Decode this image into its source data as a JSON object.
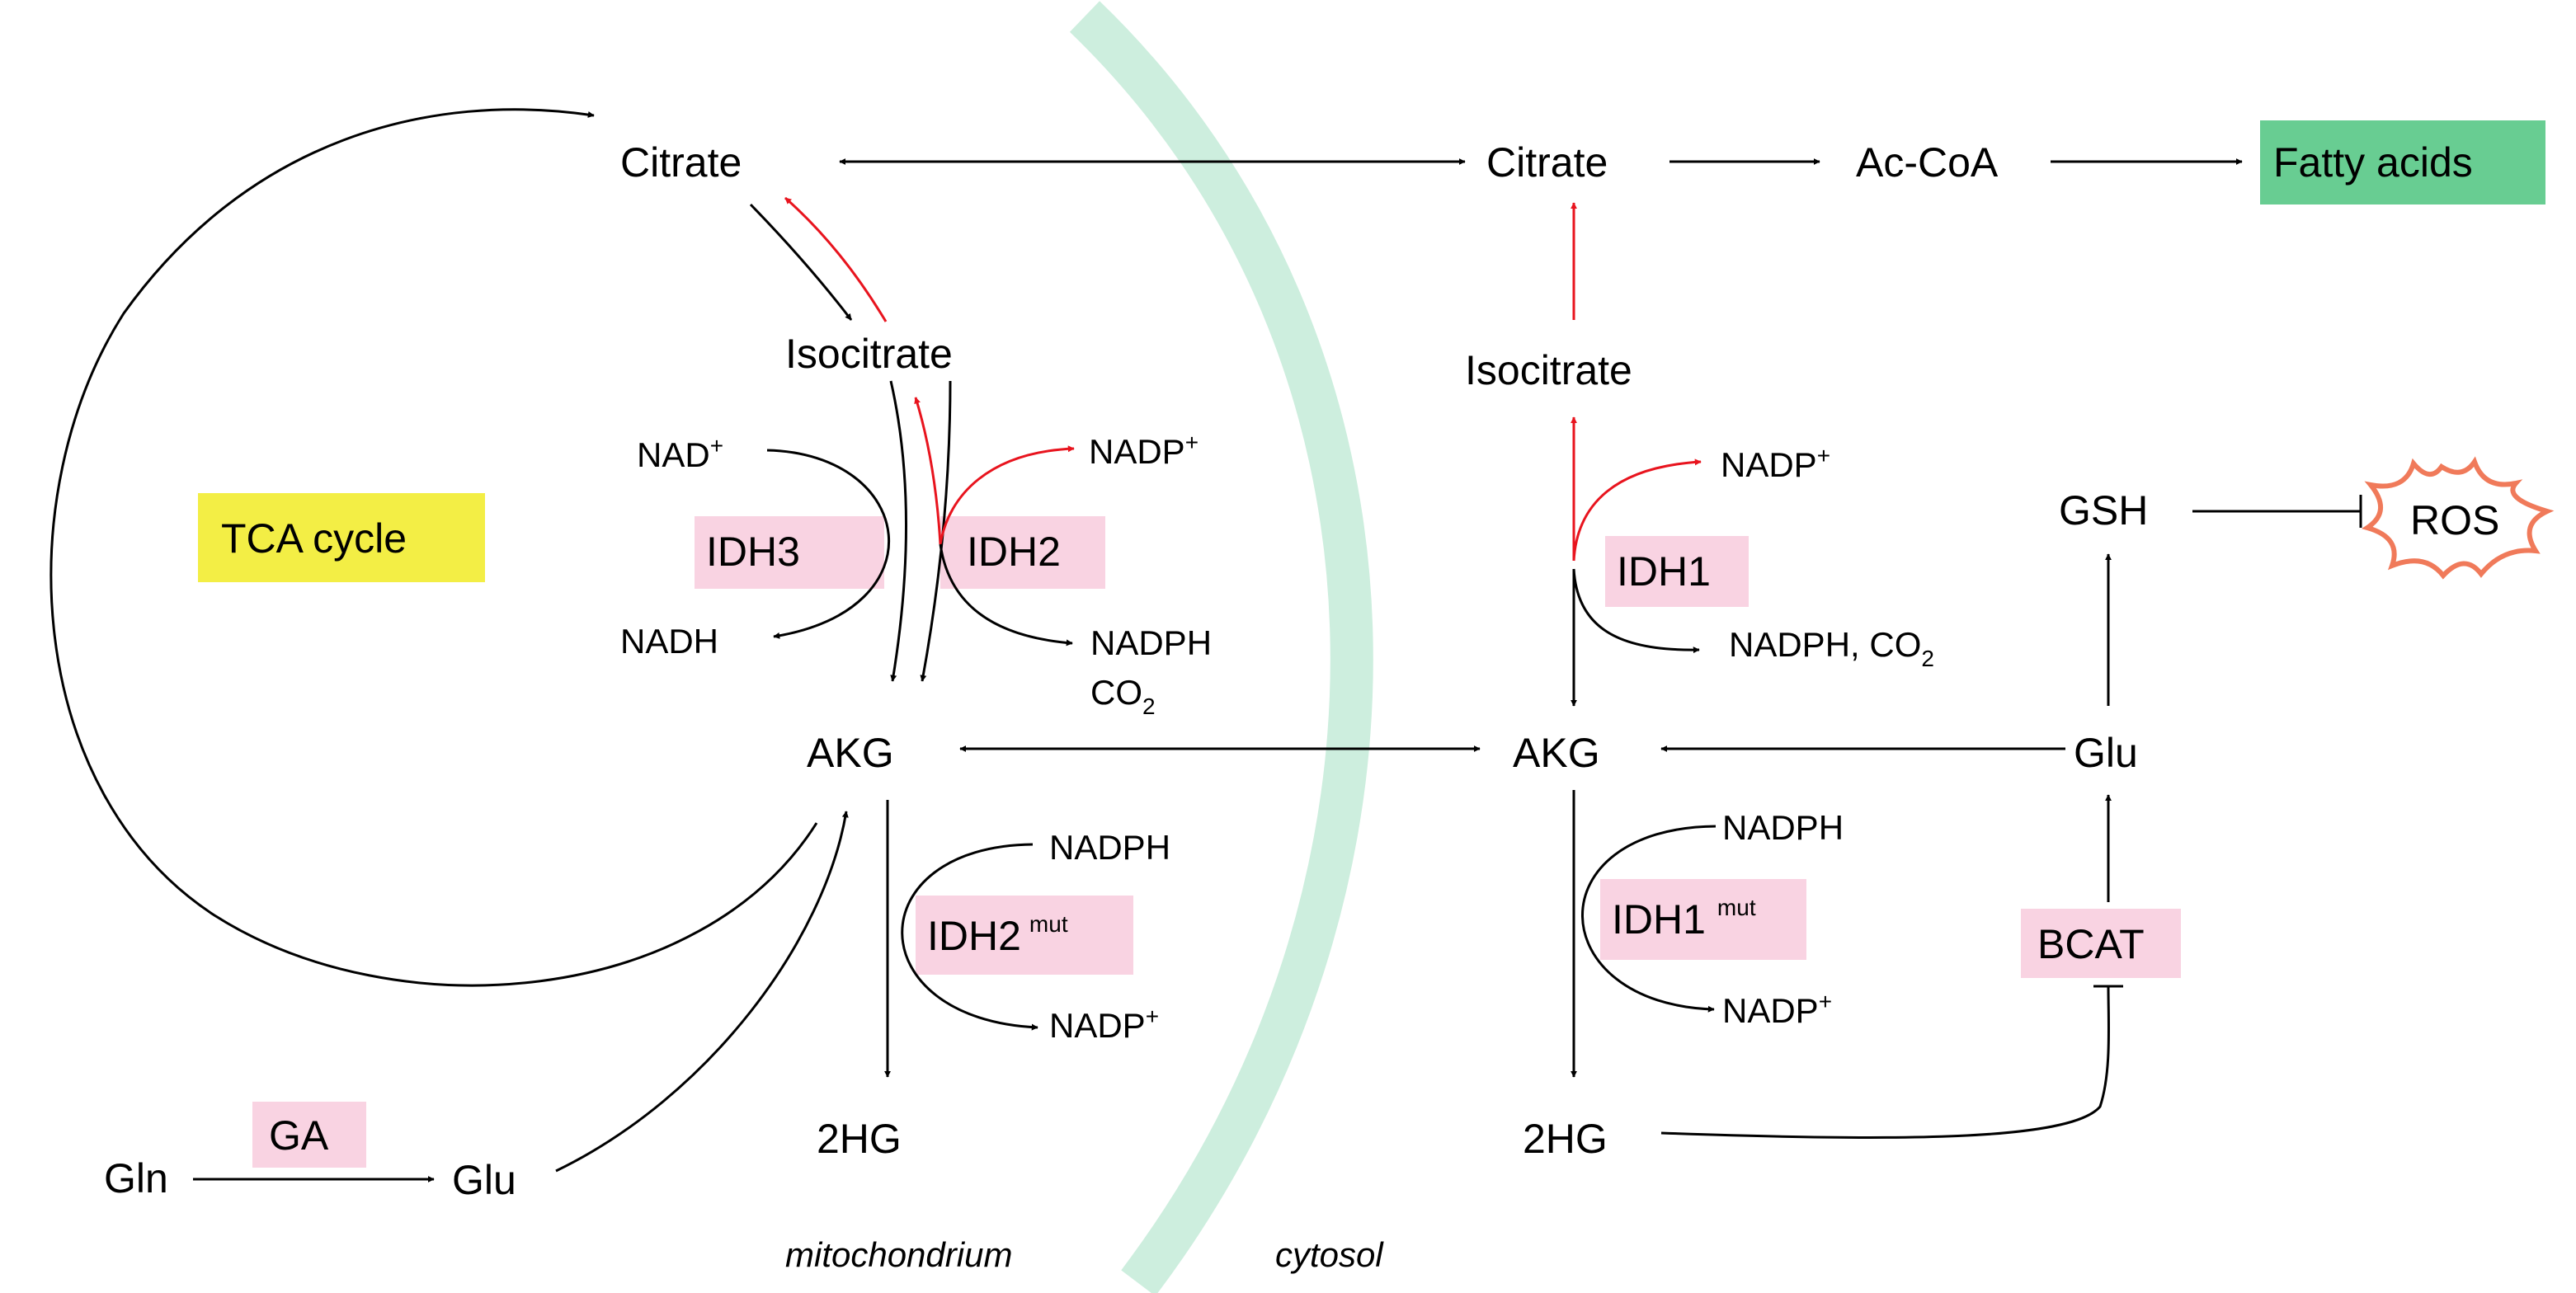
{
  "colors": {
    "membrane": "#cdeede",
    "enzyme_box": "#f9d3e2",
    "tca_box": "#f3ee45",
    "fatty_box": "#68cd92",
    "ros_outline": "#f07a5a",
    "red_arrow": "#e8141e"
  },
  "mito": {
    "citrate": "Citrate",
    "isocitrate": "Isocitrate",
    "akg": "AKG",
    "hg2": "2HG",
    "nad_plus": "NAD",
    "nadh": "NADH",
    "nadp_plus": "NADP",
    "nadph_co2_line1": "NADPH",
    "co2": "CO",
    "nadph_mut": "NADPH",
    "nadp_plus_mut": "NADP",
    "tca_cycle": "TCA cycle",
    "idh3": "IDH3",
    "idh2": "IDH2",
    "idh2_mut": "IDH2",
    "gln": "Gln",
    "glu": "Glu",
    "ga": "GA"
  },
  "cyto": {
    "citrate": "Citrate",
    "ac_coa": "Ac-CoA",
    "fatty_acids": "Fatty acids",
    "isocitrate": "Isocitrate",
    "nadp_plus": "NADP",
    "idh1": "IDH1",
    "nadph_co2": "NADPH, CO",
    "akg": "AKG",
    "nadph_mut": "NADPH",
    "idh1_mut": "IDH1",
    "nadp_plus_mut": "NADP",
    "hg2": "2HG",
    "gsh": "GSH",
    "ros": "ROS",
    "glu": "Glu",
    "bcat": "BCAT"
  },
  "marks": {
    "plus": "+",
    "sub2": "2",
    "mut": "mut"
  },
  "compartments": {
    "mitochondrium": "mitochondrium",
    "cytosol": "cytosol"
  }
}
